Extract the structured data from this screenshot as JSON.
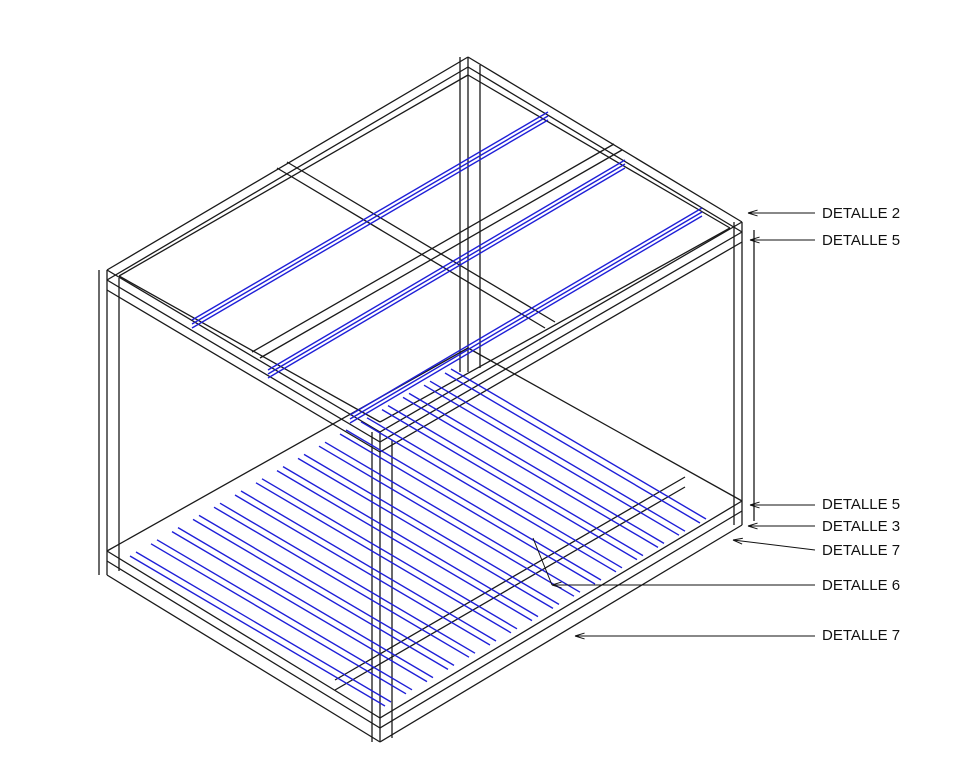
{
  "colors": {
    "frame": "#1a1a1a",
    "slats": "#1f1fd8"
  },
  "callouts": [
    {
      "label": "DETALLE 2"
    },
    {
      "label": "DETALLE 5"
    },
    {
      "label": "DETALLE 5"
    },
    {
      "label": "DETALLE 3"
    },
    {
      "label": "DETALLE 7"
    },
    {
      "label": "DETALLE 6"
    },
    {
      "label": "DETALLE 7"
    }
  ]
}
